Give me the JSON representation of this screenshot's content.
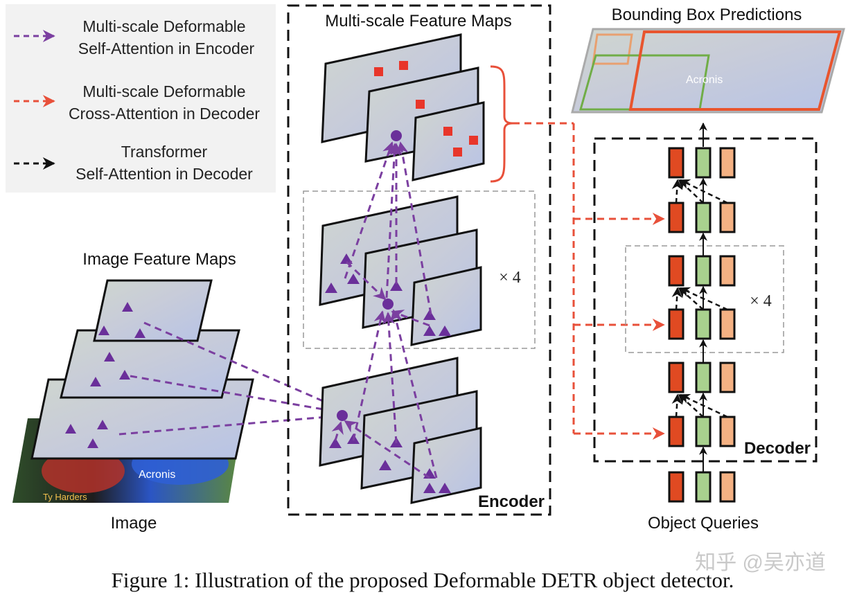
{
  "legend": {
    "items": [
      {
        "line1": "Multi-scale Deformable",
        "line2": "Self-Attention in Encoder",
        "color": "#7b3fa0"
      },
      {
        "line1": "Multi-scale Deformable",
        "line2": "Cross-Attention in Decoder",
        "color": "#e8503a"
      },
      {
        "line1": "Transformer",
        "line2": "Self-Attention in Decoder",
        "color": "#111111"
      }
    ]
  },
  "labels": {
    "image_feature_maps": "Image Feature Maps",
    "image": "Image",
    "multiscale_feature_maps": "Multi-scale Feature Maps",
    "encoder": "Encoder",
    "encoder_repeat": "× 4",
    "bounding_box_predictions": "Bounding Box Predictions",
    "decoder": "Decoder",
    "decoder_repeat": "× 4",
    "object_queries": "Object Queries",
    "photo_sponsor": "Acronis",
    "photo_sponsor_2": "Ty Harders"
  },
  "caption": "Figure 1: Illustration of the proposed Deformable DETR object detector.",
  "watermark": "知乎 @吴亦道",
  "colors": {
    "encoder_arrow": "#7b3fa0",
    "decoder_cross_arrow": "#e8503a",
    "decoder_self_arrow": "#111111",
    "sampling_point": "#e8362a",
    "query_red": "#e04a22",
    "query_green": "#a9d18e",
    "query_peach": "#f4b183",
    "box_orange": "#e8552e",
    "box_green": "#70ad47"
  }
}
